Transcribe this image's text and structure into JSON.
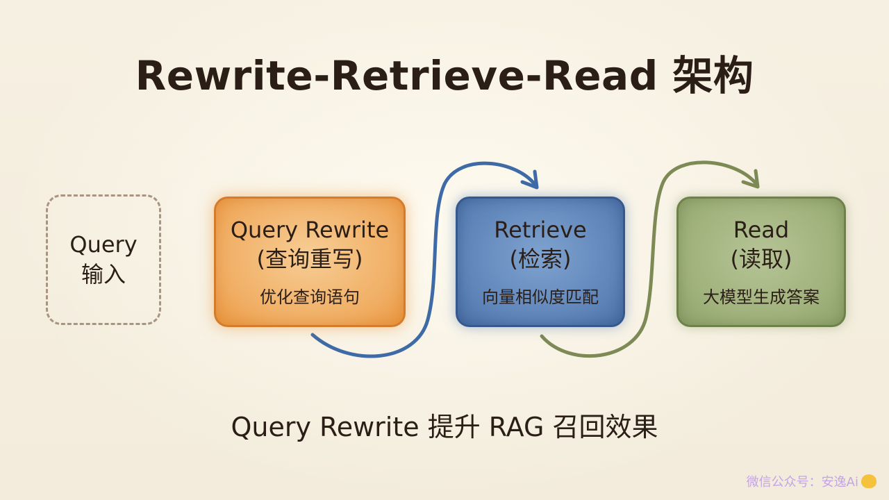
{
  "title": "Rewrite-Retrieve-Read 架构",
  "input": {
    "line1": "Query",
    "line2": "输入"
  },
  "stages": [
    {
      "name": "Query Rewrite",
      "sub": "(查询重写)",
      "desc": "优化查询语句",
      "color": "#f0ad62"
    },
    {
      "name": "Retrieve",
      "sub": "(检索)",
      "desc": "向量相似度匹配",
      "color": "#5d83b8"
    },
    {
      "name": "Read",
      "sub": "(读取)",
      "desc": "大模型生成答案",
      "color": "#9eb07a"
    }
  ],
  "subtitle": "Query Rewrite 提升 RAG 召回效果",
  "watermark": "微信公众号：安逸Ai",
  "colors": {
    "background": "#f5efe1",
    "arrow_blue": "#3e6aa6",
    "arrow_green": "#7d8a55",
    "text": "#2b1e16"
  }
}
